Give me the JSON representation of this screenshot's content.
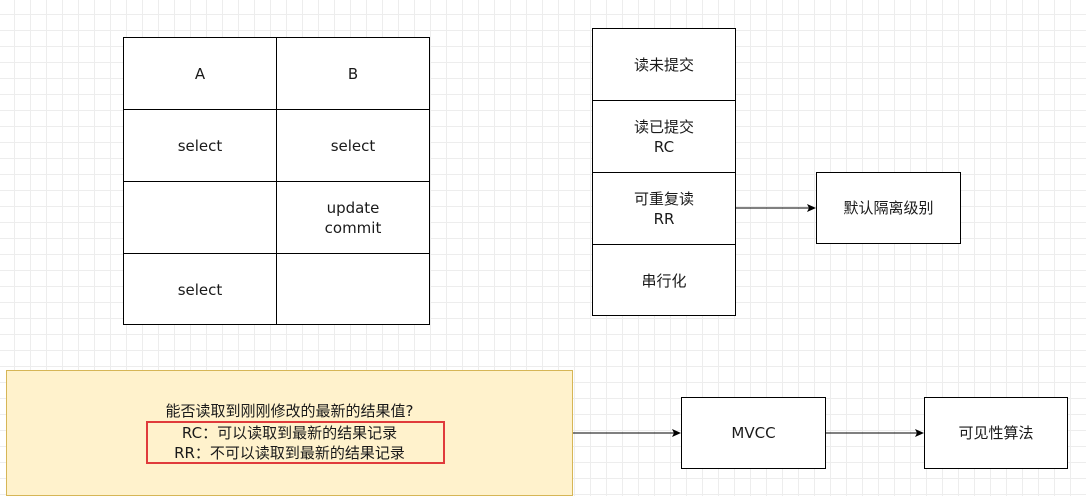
{
  "table": {
    "headers": [
      "A",
      "B"
    ],
    "rows": [
      [
        "select",
        "select"
      ],
      [
        "",
        "update\ncommit"
      ],
      [
        "select",
        ""
      ]
    ]
  },
  "isolation_levels": [
    "读未提交",
    "读已提交\nRC",
    "可重复读\nRR",
    "串行化"
  ],
  "default_label": "默认隔离级别",
  "note": {
    "question": "能否读取到刚刚修改的最新的结果值?",
    "rc_line": "RC：可以读取到最新的结果记录",
    "rr_line": "RR：不可以读取到最新的结果记录"
  },
  "mvcc_label": "MVCC",
  "visibility_label": "可见性算法",
  "colors": {
    "note_fill": "#fff2cc",
    "note_border": "#d6b656",
    "highlight_border": "#e03b3b"
  }
}
